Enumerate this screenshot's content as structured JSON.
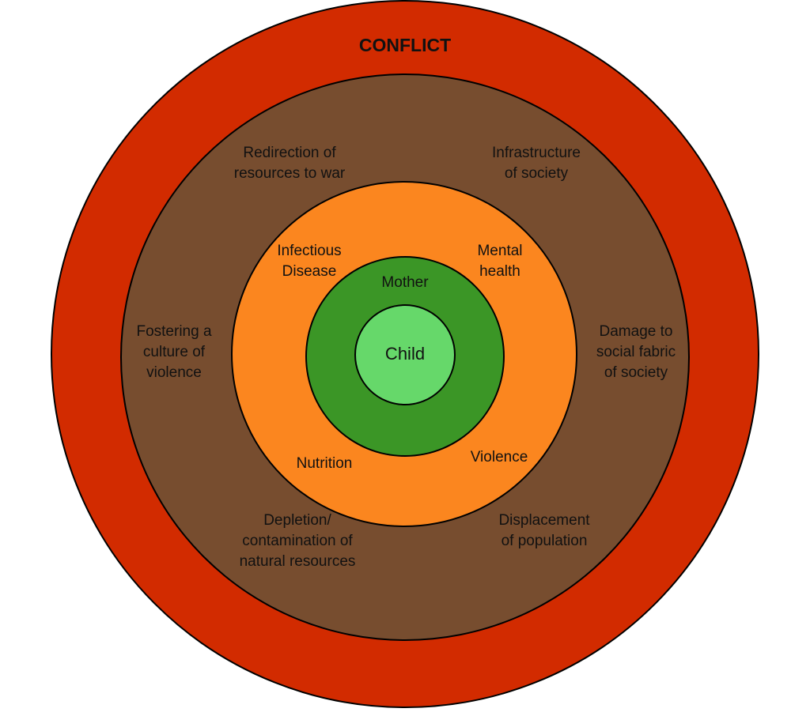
{
  "colors": {
    "conflict_ring": "#D22B00",
    "society_ring": "#774D2F",
    "health_ring": "#FB861F",
    "mother_ring": "#3B9626",
    "child_circle": "#66D86A",
    "stroke": "#000000"
  },
  "rings": {
    "conflict": {
      "title": "CONFLICT"
    },
    "society": {
      "labels": {
        "redirection": "Redirection of\nresources to war",
        "infrastructure": "Infrastructure\nof society",
        "fostering": "Fostering a\nculture of\nviolence",
        "damage": "Damage to\nsocial fabric\nof society",
        "depletion": "Depletion/\ncontamination of\nnatural resources",
        "displacement": "Displacement\nof population"
      }
    },
    "health": {
      "labels": {
        "infectious": "Infectious\nDisease",
        "mental": "Mental\nhealth",
        "nutrition": "Nutrition",
        "violence": "Violence"
      }
    },
    "mother": {
      "label": "Mother"
    },
    "child": {
      "label": "Child"
    }
  }
}
